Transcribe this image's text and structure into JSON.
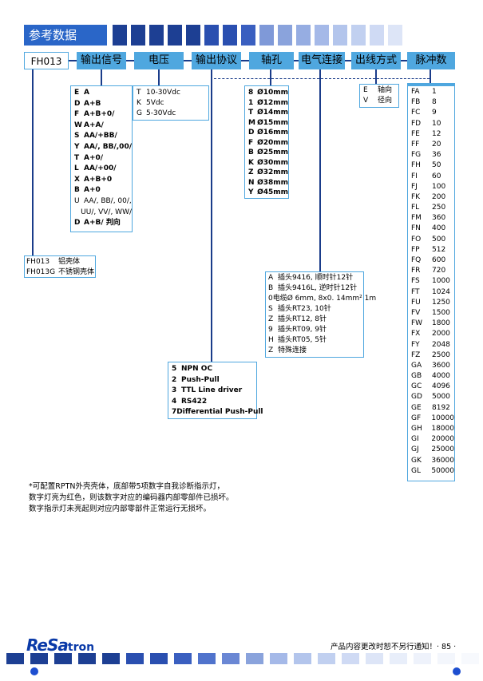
{
  "header": {
    "title": "参考数据"
  },
  "fields": [
    {
      "key": "model",
      "label": "FH013"
    },
    {
      "key": "signal",
      "label": "输出信号"
    },
    {
      "key": "voltage",
      "label": "电压"
    },
    {
      "key": "protocol",
      "label": "输出协议"
    },
    {
      "key": "shaft",
      "label": "轴孔"
    },
    {
      "key": "connection",
      "label": "电气连接"
    },
    {
      "key": "outlet",
      "label": "出线方式"
    },
    {
      "key": "pulse",
      "label": "脉冲数"
    }
  ],
  "signal_options": [
    {
      "code": "E",
      "desc": "A"
    },
    {
      "code": "D",
      "desc": "A+B"
    },
    {
      "code": "F",
      "desc": "A+B+0/"
    },
    {
      "code": "W",
      "desc": "A+A/"
    },
    {
      "code": "S",
      "desc": "AA/+BB/"
    },
    {
      "code": "Y",
      "desc": "AA/, BB/,00/"
    },
    {
      "code": "T",
      "desc": "A+0/"
    },
    {
      "code": "L",
      "desc": "AA/+00/"
    },
    {
      "code": "X",
      "desc": "A+B+0"
    },
    {
      "code": "B",
      "desc": "A+0"
    },
    {
      "code": "U",
      "desc": "AA/, BB/, 00/,"
    },
    {
      "code": "",
      "desc": "UU/, VV/, WW/"
    },
    {
      "code": "D",
      "desc": "A+B/ 判向"
    }
  ],
  "voltage_options": [
    {
      "code": "T",
      "desc": "10-30Vdc"
    },
    {
      "code": "K",
      "desc": "5Vdc"
    },
    {
      "code": "G",
      "desc": "5-30Vdc"
    }
  ],
  "shaft_options": [
    {
      "code": "8",
      "desc": "Ø10mm"
    },
    {
      "code": "1",
      "desc": "Ø12mm"
    },
    {
      "code": "T",
      "desc": "Ø14mm"
    },
    {
      "code": "M",
      "desc": "Ø15mm"
    },
    {
      "code": "D",
      "desc": "Ø16mm"
    },
    {
      "code": "F",
      "desc": "Ø20mm"
    },
    {
      "code": "B",
      "desc": "Ø25mm"
    },
    {
      "code": "K",
      "desc": "Ø30mm"
    },
    {
      "code": "Z",
      "desc": "Ø32mm"
    },
    {
      "code": "N",
      "desc": "Ø38mm"
    },
    {
      "code": "Y",
      "desc": "Ø45mm"
    }
  ],
  "outlet_options": [
    {
      "code": "E",
      "desc": "轴向"
    },
    {
      "code": "V",
      "desc": "径向"
    }
  ],
  "pulse_options": [
    {
      "code": "FA",
      "desc": "1"
    },
    {
      "code": "FB",
      "desc": "8"
    },
    {
      "code": "FC",
      "desc": "9"
    },
    {
      "code": "FD",
      "desc": "10"
    },
    {
      "code": "FE",
      "desc": "12"
    },
    {
      "code": "FF",
      "desc": "20"
    },
    {
      "code": "FG",
      "desc": "36"
    },
    {
      "code": "FH",
      "desc": "50"
    },
    {
      "code": "FI",
      "desc": "60"
    },
    {
      "code": "FJ",
      "desc": "100"
    },
    {
      "code": "FK",
      "desc": "200"
    },
    {
      "code": "FL",
      "desc": "250"
    },
    {
      "code": "FM",
      "desc": "360"
    },
    {
      "code": "FN",
      "desc": "400"
    },
    {
      "code": "FO",
      "desc": "500"
    },
    {
      "code": "FP",
      "desc": "512"
    },
    {
      "code": "FQ",
      "desc": "600"
    },
    {
      "code": "FR",
      "desc": "720"
    },
    {
      "code": "FS",
      "desc": "1000"
    },
    {
      "code": "FT",
      "desc": "1024"
    },
    {
      "code": "FU",
      "desc": "1250"
    },
    {
      "code": "FV",
      "desc": "1500"
    },
    {
      "code": "FW",
      "desc": "1800"
    },
    {
      "code": "FX",
      "desc": "2000"
    },
    {
      "code": "FY",
      "desc": "2048"
    },
    {
      "code": "FZ",
      "desc": "2500"
    },
    {
      "code": "GA",
      "desc": "3600"
    },
    {
      "code": "GB",
      "desc": "4000"
    },
    {
      "code": "GC",
      "desc": "4096"
    },
    {
      "code": "GD",
      "desc": "5000"
    },
    {
      "code": "GE",
      "desc": "8192"
    },
    {
      "code": "GF",
      "desc": "10000"
    },
    {
      "code": "GH",
      "desc": "18000"
    },
    {
      "code": "GI",
      "desc": "20000"
    },
    {
      "code": "GJ",
      "desc": "25000"
    },
    {
      "code": "GK",
      "desc": "36000"
    },
    {
      "code": "GL",
      "desc": "50000"
    }
  ],
  "model_options": [
    {
      "code": "FH013",
      "desc": "铝壳体"
    },
    {
      "code": "FH013G",
      "desc": "不锈钢壳体"
    }
  ],
  "connection_options": [
    {
      "code": "A",
      "desc": "插头9416, 顺时针12针"
    },
    {
      "code": "B",
      "desc": "插头9416L, 逆时针12针"
    },
    {
      "code": "0",
      "desc": "电缆Ø 6mm, 8x0. 14mm² 1m"
    },
    {
      "code": "S",
      "desc": "插头RT23, 10针"
    },
    {
      "code": "Z",
      "desc": "插头RT12, 8针"
    },
    {
      "code": "9",
      "desc": "插头RT09, 9针"
    },
    {
      "code": "H",
      "desc": "插头RT05, 5针"
    },
    {
      "code": "Z",
      "desc": "特殊连接"
    }
  ],
  "protocol_options": [
    {
      "code": "5",
      "desc": "NPN OC"
    },
    {
      "code": "2",
      "desc": "Push-Pull"
    },
    {
      "code": "3",
      "desc": "TTL Line driver"
    },
    {
      "code": "4",
      "desc": "RS422"
    },
    {
      "code": "7",
      "desc": "Differential Push-Pull"
    }
  ],
  "note": [
    "*可配置RPTN外壳壳体，底部带5项数字自我诊断指示灯，",
    "数字灯亮为红色，则该数字对应的编码器内部零部件已损坏。",
    "数字指示灯未亮起则对应内部零部件正常运行无损坏。"
  ],
  "footer": {
    "brand_main": "ReSa",
    "brand_tail": "tron",
    "notice": "产品内容更改时恕不另行通知！· 85 ·"
  },
  "colors": {
    "header_blue": "#2a66c8",
    "field_blue": "#4fa7df",
    "line_navy": "#1a3c8a"
  }
}
